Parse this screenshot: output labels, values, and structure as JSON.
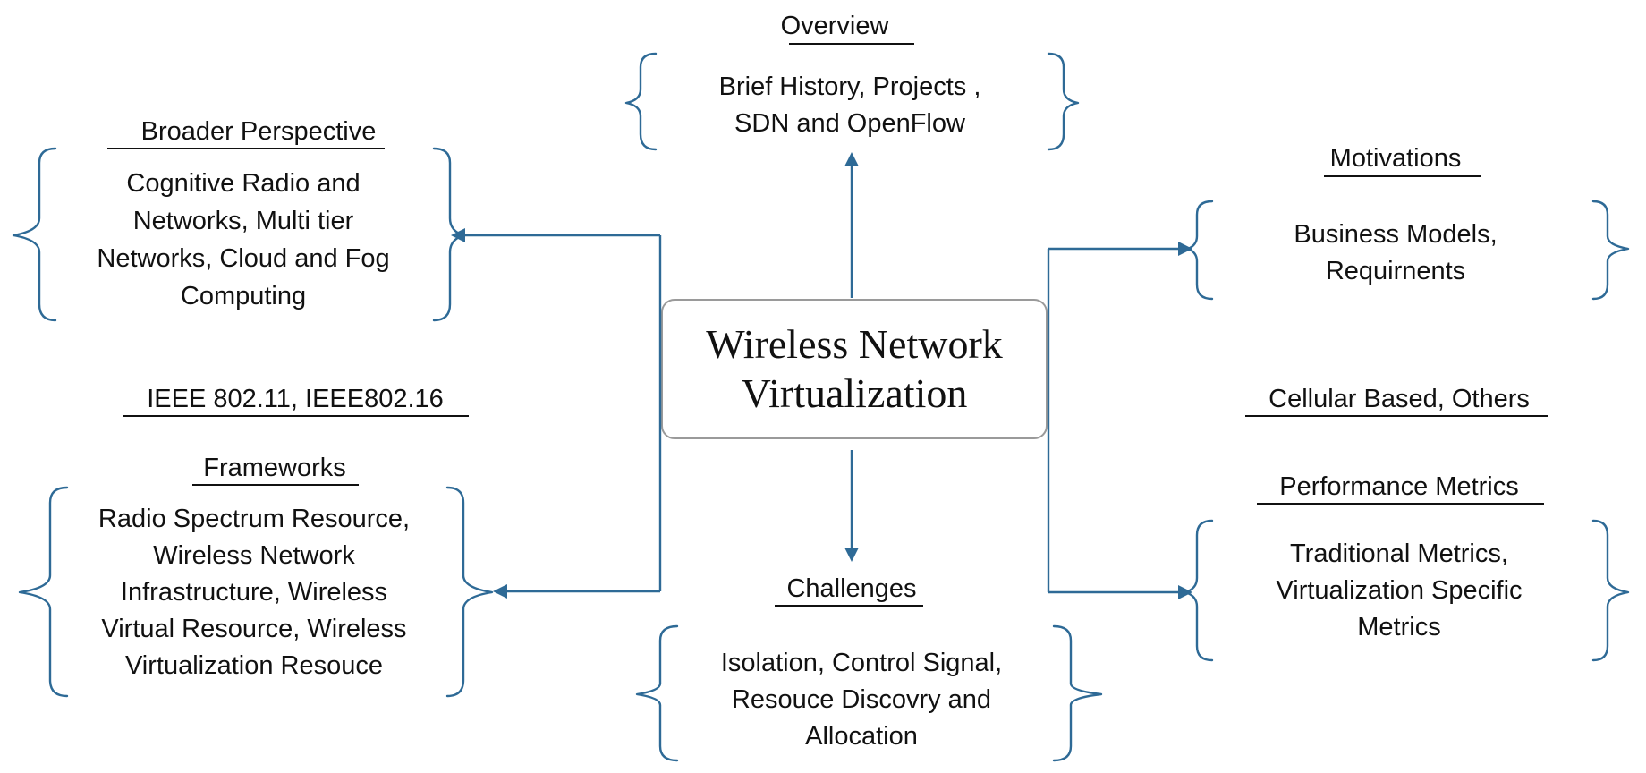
{
  "center": {
    "title_lines": [
      "Wireless Network",
      "Virtualization"
    ]
  },
  "nodes": {
    "overview": {
      "heading": "Overview",
      "lines": [
        "Brief History, Projects ,",
        "SDN and OpenFlow"
      ]
    },
    "broader": {
      "heading": "Broader Perspective",
      "lines": [
        "Cognitive Radio and",
        "Networks, Multi tier",
        "Networks, Cloud and Fog",
        "Computing"
      ]
    },
    "ieee": {
      "heading": "IEEE 802.11, IEEE802.16"
    },
    "frameworks": {
      "heading": "Frameworks",
      "lines": [
        "Radio Spectrum Resource,",
        "Wireless Network",
        "Infrastructure,  Wireless",
        "Virtual Resource, Wireless",
        "Virtualization Resouce"
      ]
    },
    "motivations": {
      "heading": "Motivations",
      "lines": [
        "Business Models,",
        "Requirnents"
      ]
    },
    "cellular": {
      "heading": "Cellular Based, Others"
    },
    "performance": {
      "heading": "Performance Metrics",
      "lines": [
        "Traditional Metrics,",
        "Virtualization Specific",
        "Metrics"
      ]
    },
    "challenges": {
      "heading": "Challenges",
      "lines": [
        "Isolation, Control Signal,",
        "Resouce Discovry and",
        "Allocation"
      ]
    }
  },
  "colors": {
    "connector": "#2e6a96",
    "text": "#111111",
    "center_border": "#9a9a9a"
  }
}
